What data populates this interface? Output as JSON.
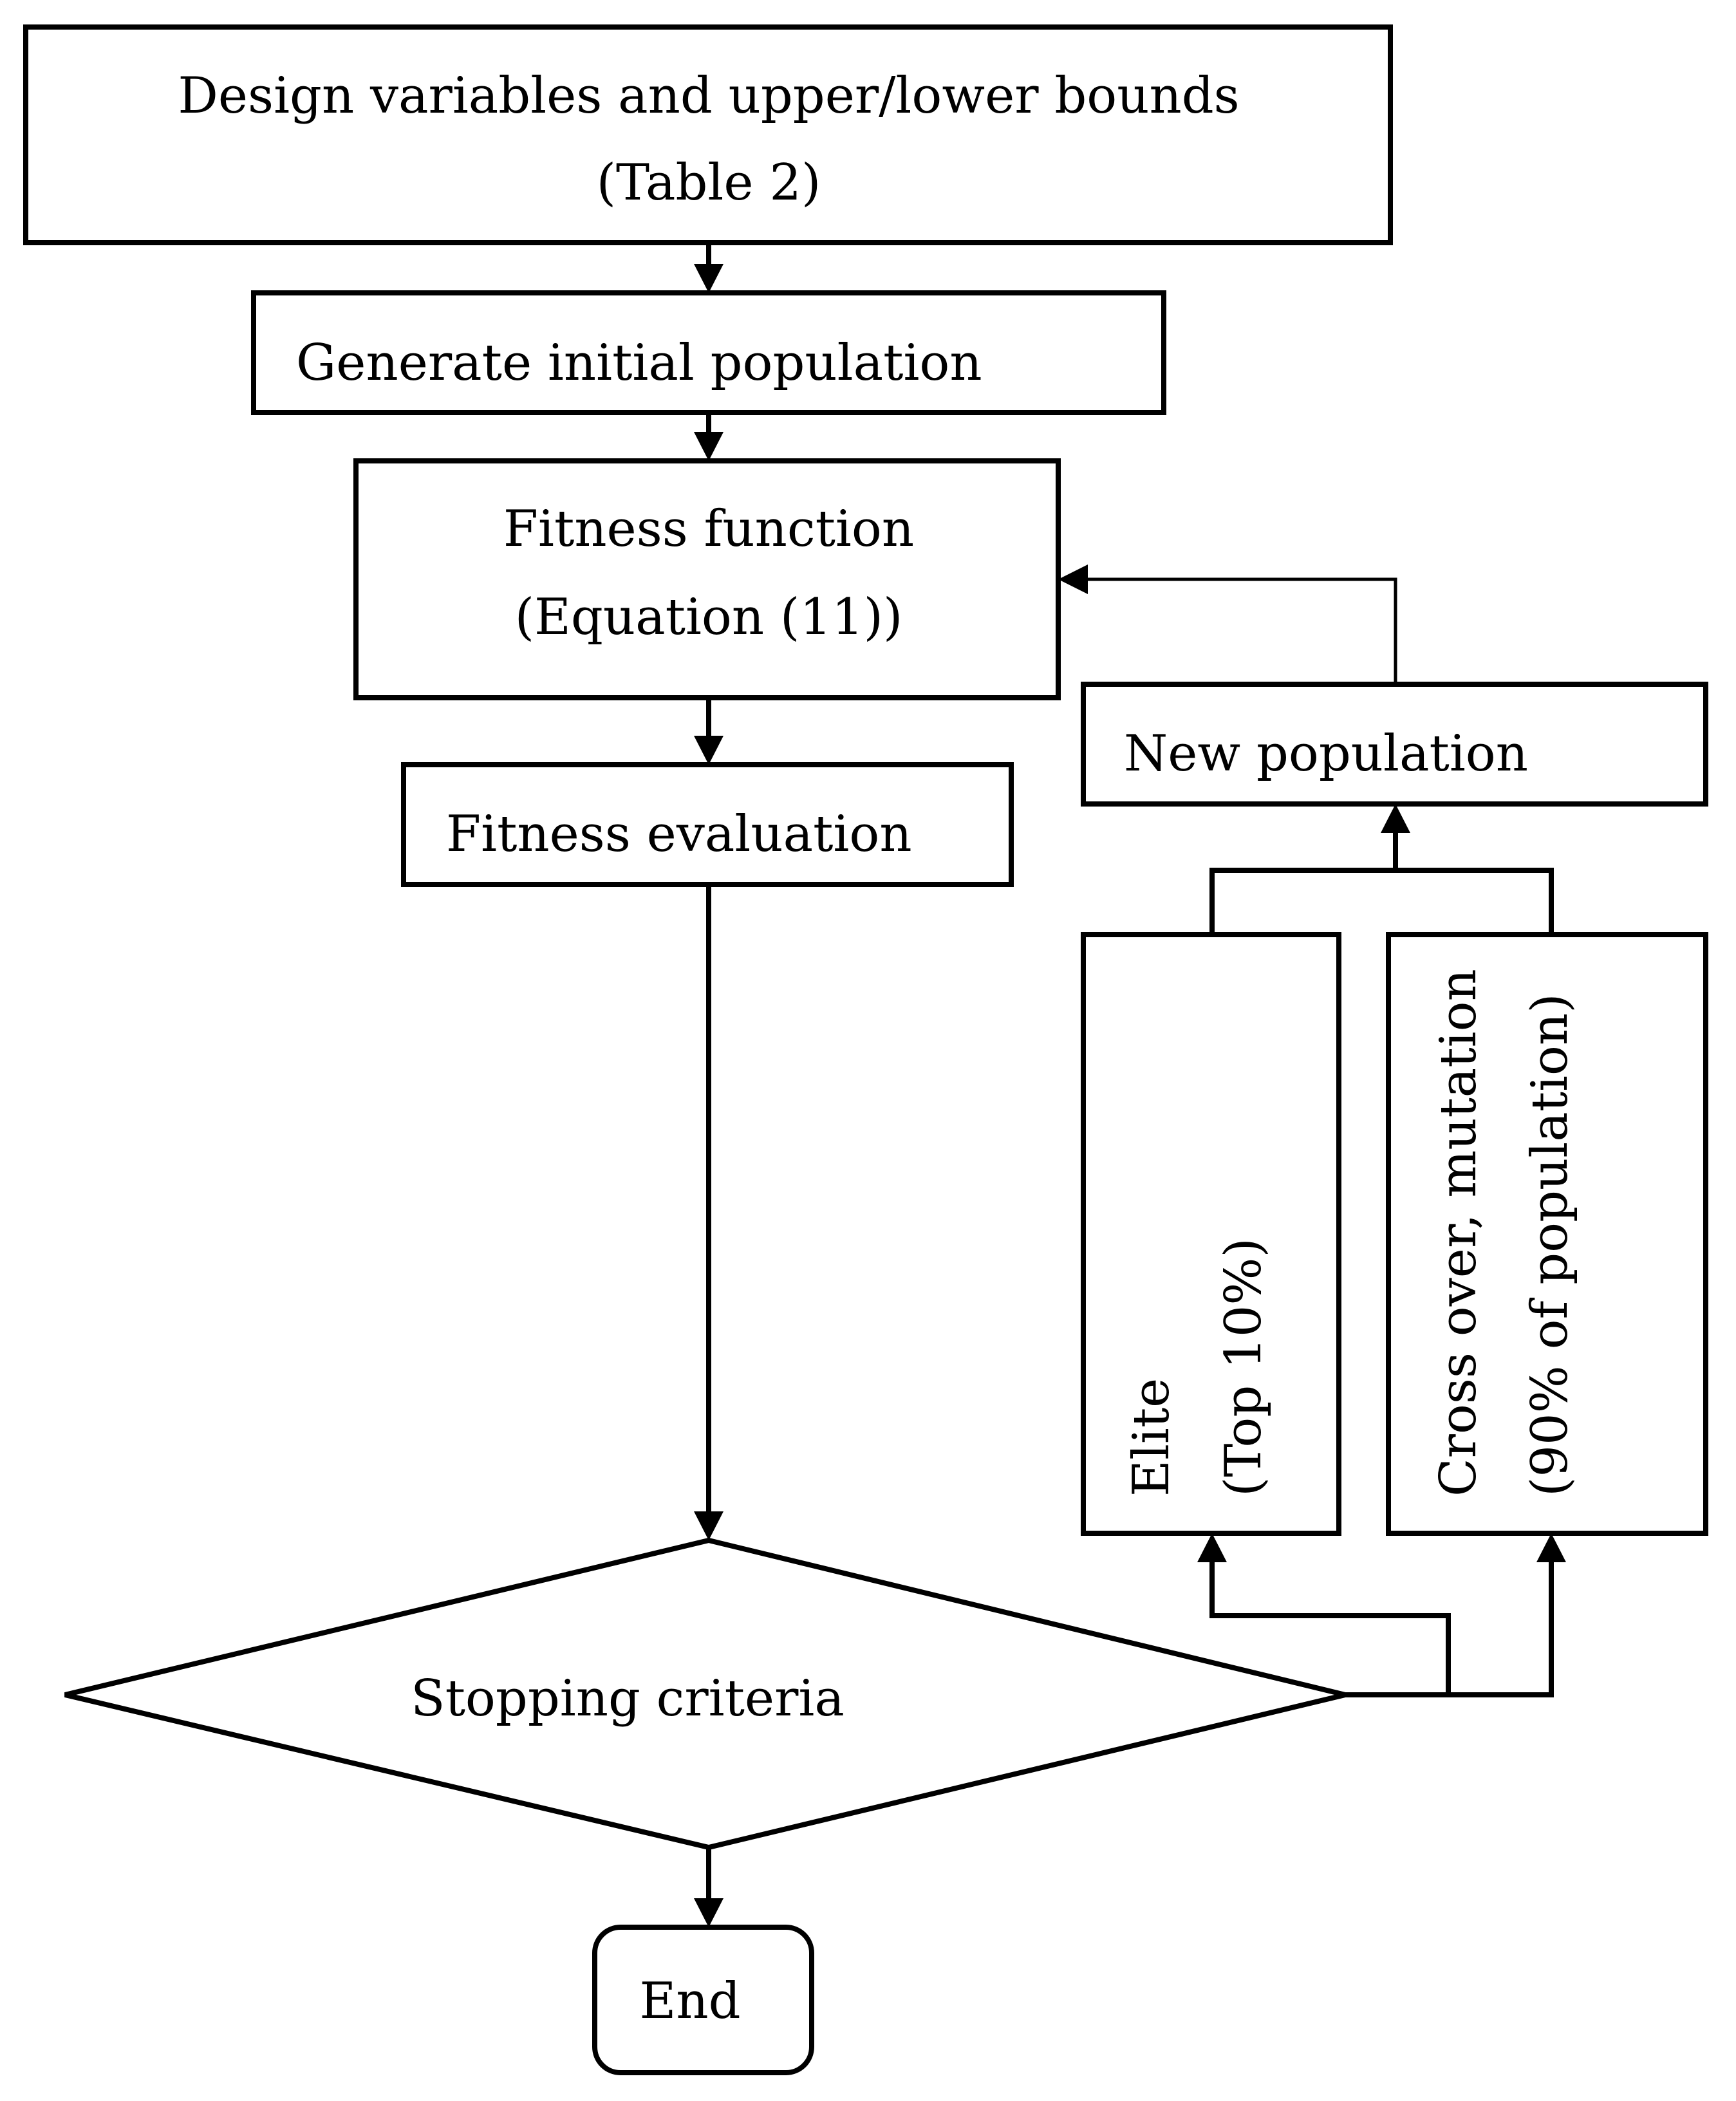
{
  "nodes": {
    "design": {
      "line1": "Design variables and upper/lower bounds",
      "line2": "(Table 2)"
    },
    "initial_population": {
      "label": "Generate initial population"
    },
    "fitness_function": {
      "line1": "Fitness function",
      "line2": "(Equation (11))"
    },
    "fitness_evaluation": {
      "label": "Fitness evaluation"
    },
    "stopping_criteria": {
      "label": "Stopping criteria"
    },
    "end": {
      "label": "End"
    },
    "new_population": {
      "label": "New population"
    },
    "elite": {
      "line1": "Elite",
      "line2": "(Top 10%)"
    },
    "crossover": {
      "line1": "Cross over, mutation",
      "line2": "(90% of population)"
    }
  }
}
